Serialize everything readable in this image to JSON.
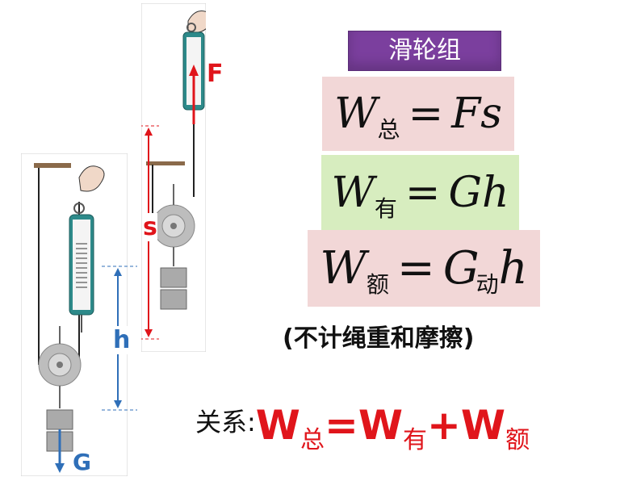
{
  "title": "滑轮组",
  "formulas": [
    {
      "lhs": "W",
      "sub": "总",
      "rhs": "Fs"
    },
    {
      "lhs": "W",
      "sub": "有",
      "rhs": "Gh"
    },
    {
      "lhs": "W",
      "sub": "额",
      "rhs_main": "G",
      "rhs_sub": "动",
      "rhs_tail": "h"
    }
  ],
  "note": "(不计绳重和摩擦)",
  "relation": {
    "label": "关系:",
    "w1": "W",
    "s1": "总",
    "eq": "=",
    "w2": "W",
    "s2": "有",
    "plus": "+",
    "w3": "W",
    "s3": "额"
  },
  "diagram_labels": {
    "F": "F",
    "s": "s",
    "h": "h",
    "G": "G"
  },
  "colors": {
    "title_bg": "#7b3f9e",
    "pink": "#f2d7d7",
    "green": "#d7edbf",
    "accent_red": "#e0151b",
    "blue": "#2f6fb8"
  }
}
